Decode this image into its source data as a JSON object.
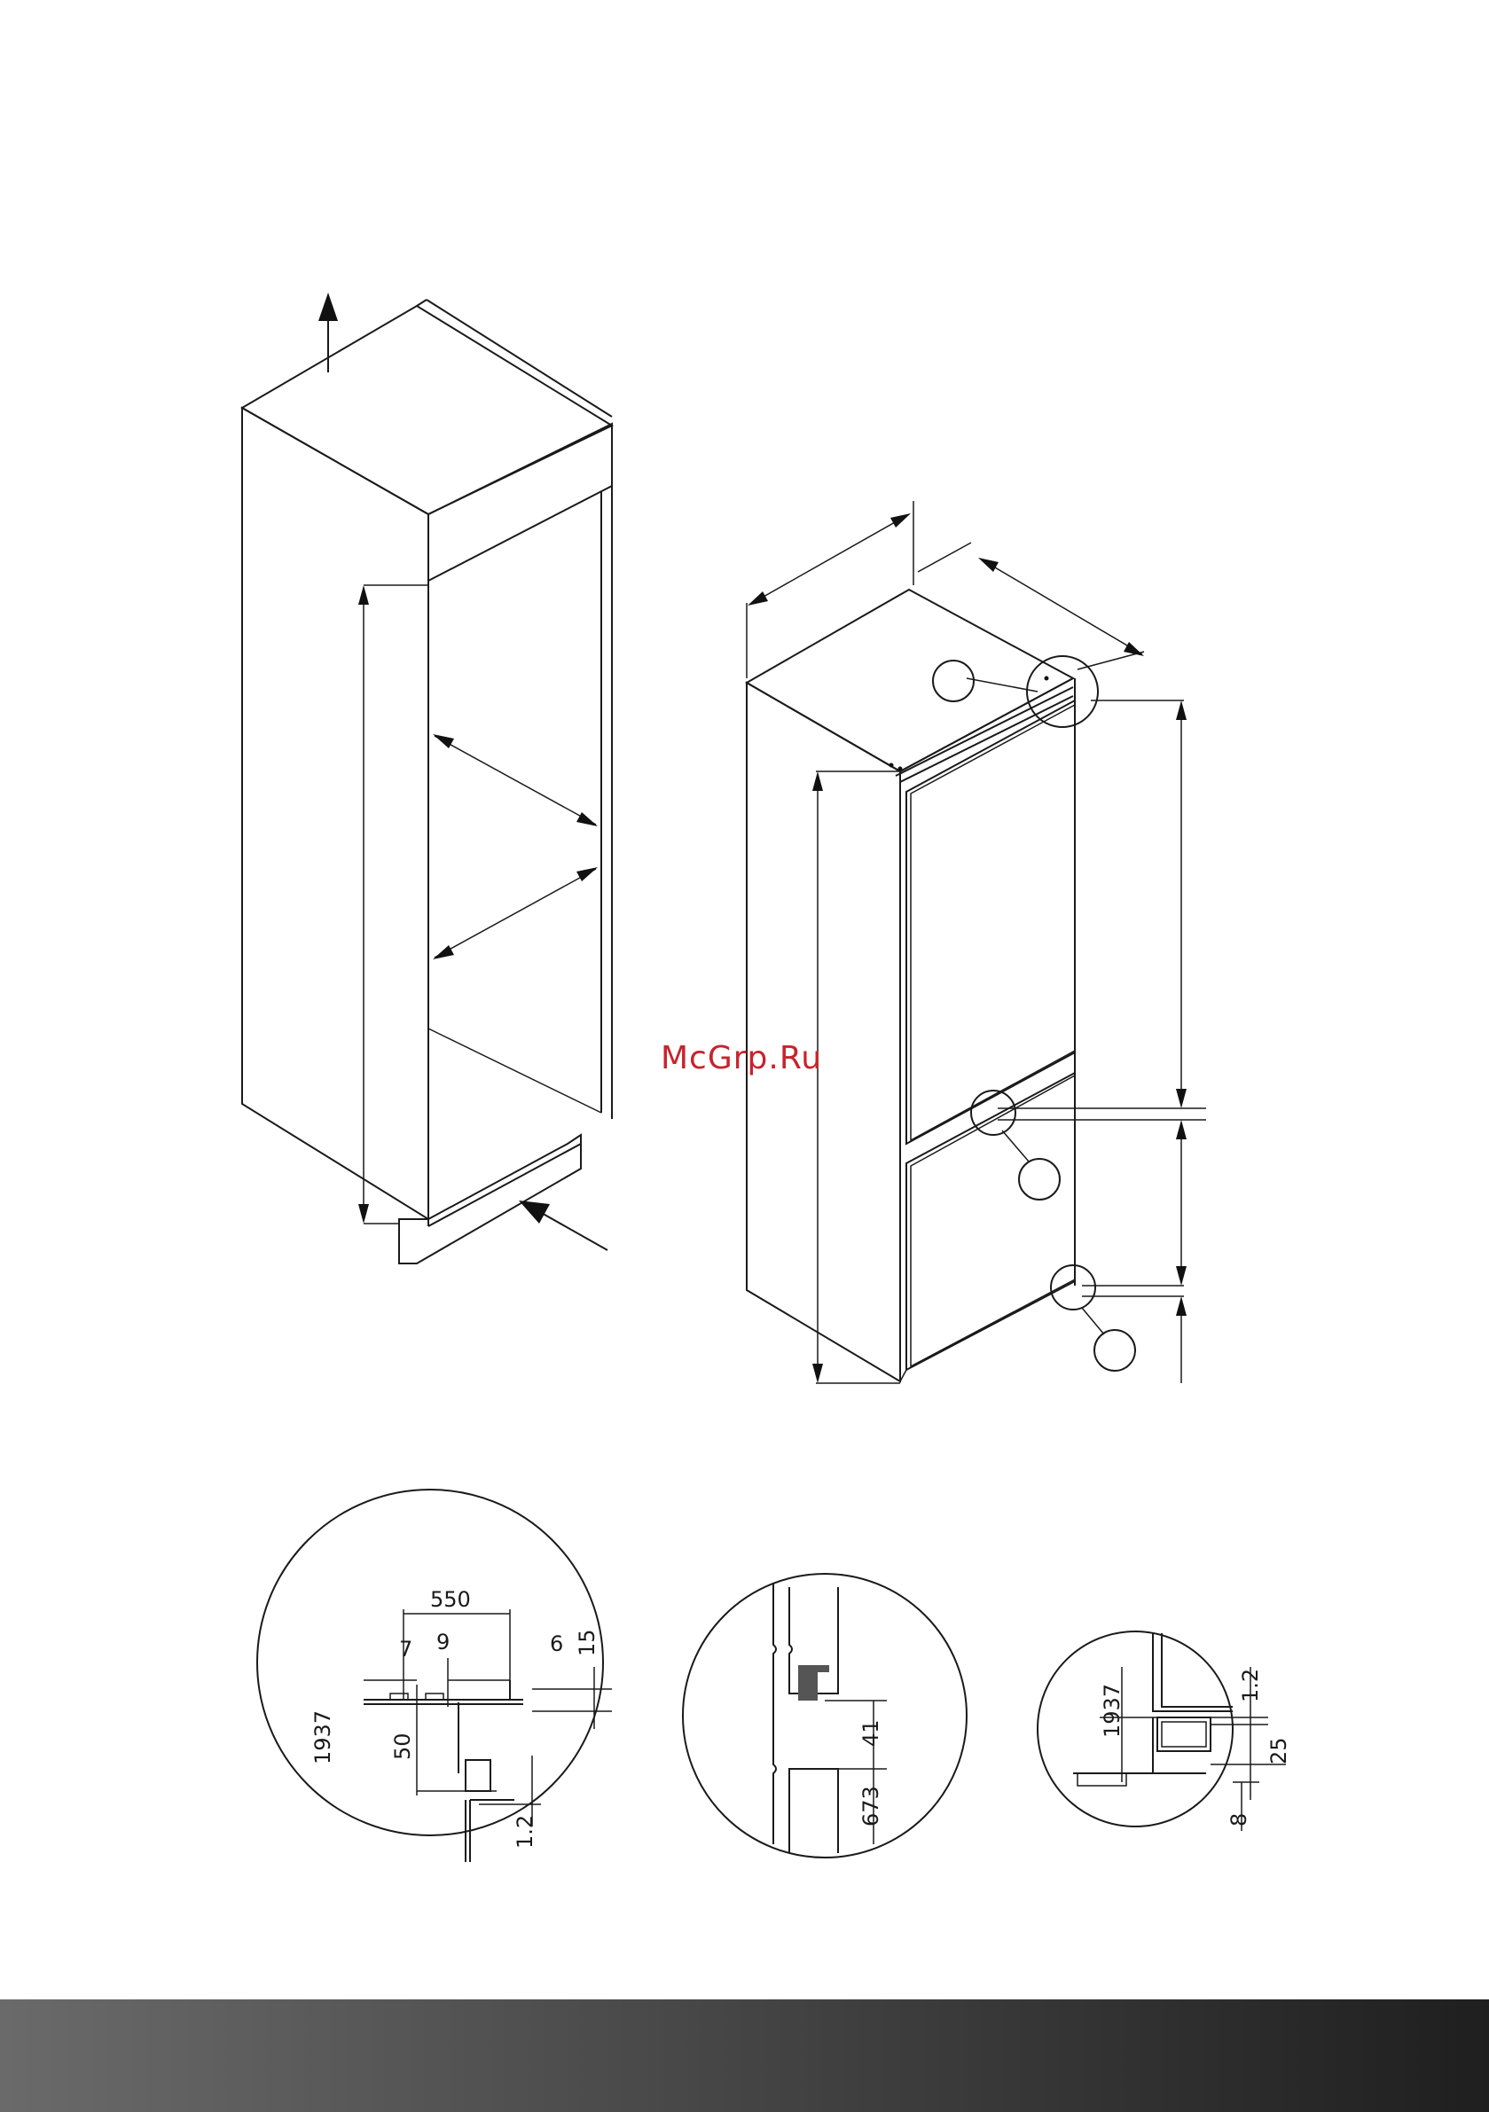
{
  "watermark": "McGrp.Ru",
  "detail_a": {
    "dims": [
      "550",
      "7",
      "9",
      "6",
      "15",
      "1937",
      "50",
      "1.2"
    ]
  },
  "detail_b": {
    "dims": [
      "41",
      "673"
    ]
  },
  "detail_c": {
    "dims": [
      "1.2",
      "1937",
      "25",
      "8"
    ]
  },
  "footer": {
    "color_start": "#6a6a6a",
    "color_end": "#1f1f1f"
  }
}
